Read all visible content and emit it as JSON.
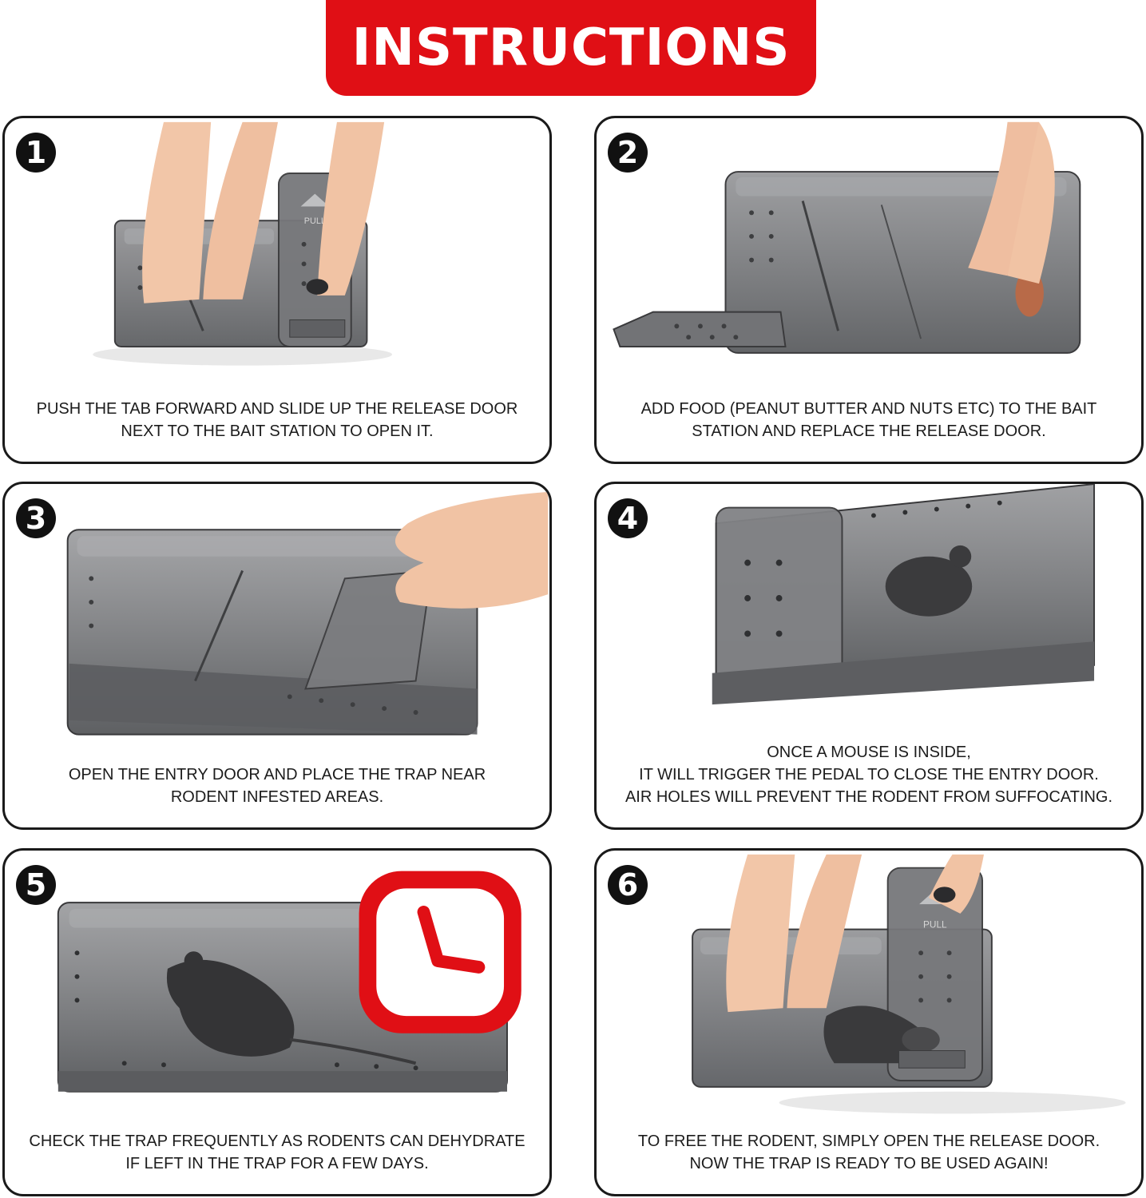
{
  "header": {
    "title": "INSTRUCTIONS"
  },
  "colors": {
    "accent": "#e00f15",
    "trap": "#6b6b6e",
    "border": "#1a1a1a"
  },
  "steps": [
    {
      "number": "1",
      "lines": [
        "PUSH THE TAB FORWARD AND SLIDE UP THE RELEASE DOOR",
        "NEXT TO THE BAIT STATION TO OPEN IT."
      ],
      "pull_label": "PULL"
    },
    {
      "number": "2",
      "lines": [
        "ADD FOOD (PEANUT BUTTER AND NUTS ETC) TO THE BAIT",
        "STATION AND REPLACE THE RELEASE DOOR."
      ]
    },
    {
      "number": "3",
      "lines": [
        "OPEN THE ENTRY DOOR AND PLACE THE TRAP NEAR",
        "RODENT INFESTED AREAS."
      ]
    },
    {
      "number": "4",
      "lines": [
        "ONCE A MOUSE IS INSIDE,",
        "IT WILL TRIGGER THE PEDAL TO CLOSE THE ENTRY DOOR.",
        "AIR HOLES WILL PREVENT THE RODENT FROM SUFFOCATING."
      ]
    },
    {
      "number": "5",
      "lines": [
        "CHECK THE TRAP FREQUENTLY AS RODENTS CAN DEHYDRATE",
        "IF LEFT IN THE TRAP FOR A FEW DAYS."
      ]
    },
    {
      "number": "6",
      "lines": [
        "TO FREE THE RODENT, SIMPLY OPEN THE RELEASE DOOR.",
        "NOW THE TRAP IS READY TO BE USED AGAIN!"
      ],
      "pull_label": "PULL"
    }
  ]
}
